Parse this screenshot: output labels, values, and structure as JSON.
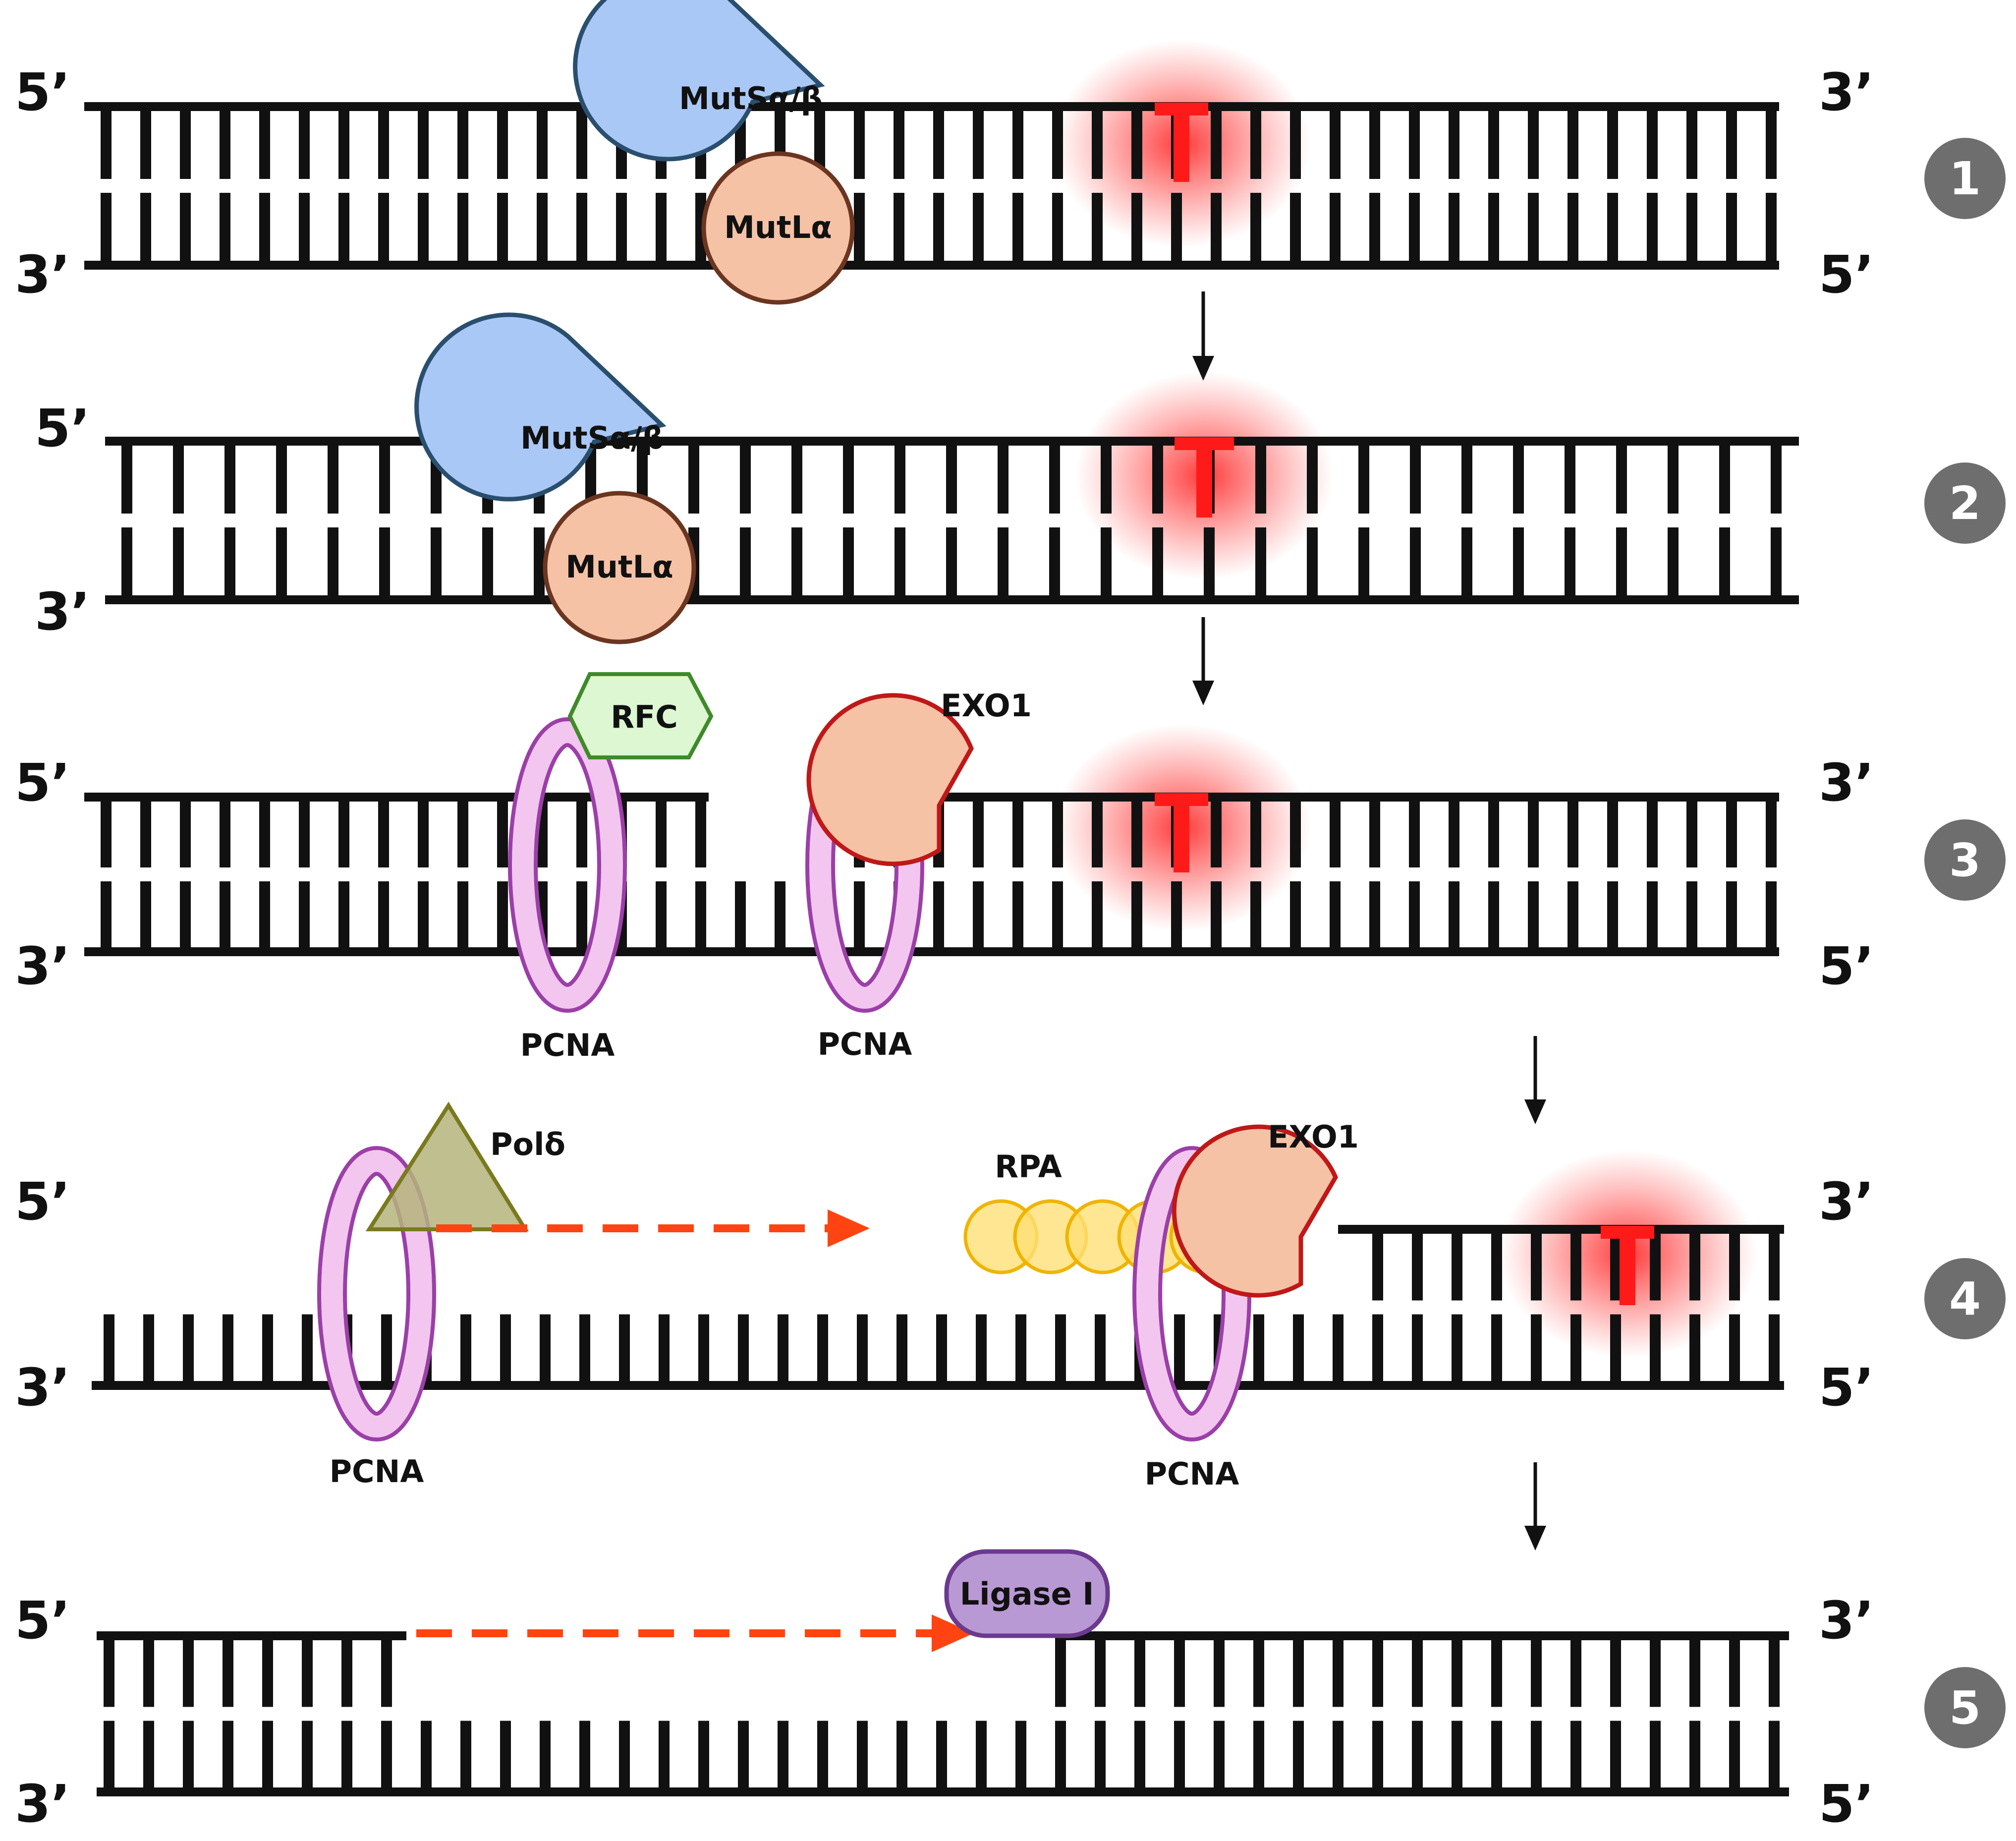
{
  "strand_labels": {
    "five_prime": "5’",
    "three_prime": "3’"
  },
  "mismatch_base": "T",
  "step_numbers": [
    "1",
    "2",
    "3",
    "4",
    "5"
  ],
  "proteins": {
    "mutS": "MutSα/β",
    "mutL": "MutLα",
    "rfc": "RFC",
    "pcna": "PCNA",
    "exo1": "EXO1",
    "rpa": "RPA",
    "pol": "Polδ",
    "ligase": "Ligase I"
  },
  "colors": {
    "dna": "#111111",
    "mismatch": "#ff1a1a",
    "mismatch_glow": "#ff4040",
    "mutS_fill": "#aac8f5",
    "mutS_stroke": "#2a4f6e",
    "mutL_fill": "#f5c2a6",
    "mutL_stroke": "#6b3520",
    "pcna_fill": "#f2c6ee",
    "pcna_stroke": "#9b3fa8",
    "rfc_fill": "#dcf7d2",
    "rfc_stroke": "#3f8a2a",
    "exo1_fill": "#f5c2a6",
    "exo1_stroke": "#c01818",
    "rpa_fill": "#ffe077",
    "rpa_stroke": "#f0b400",
    "pol_fill": "#b5b47c",
    "pol_stroke": "#7a7a1e",
    "ligase_fill": "#b999d4",
    "ligase_stroke": "#6b3a8f",
    "synthesis_arrow": "#ff4411",
    "step_badge": "#6e6e6e"
  }
}
